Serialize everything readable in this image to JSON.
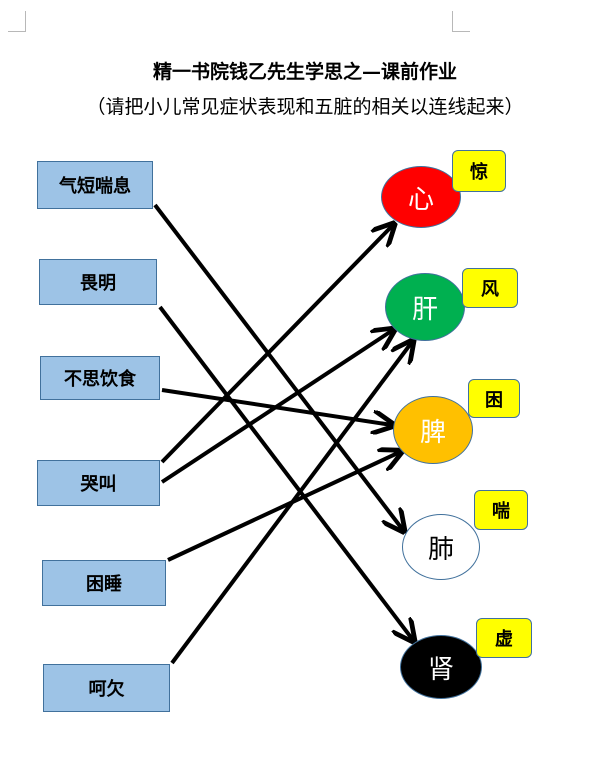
{
  "title": "精一书院钱乙先生学思之—课前作业",
  "subtitle": "（请把小儿常见症状表现和五脏的相关以连线起来）",
  "symptoms": [
    "气短喘息",
    "畏明",
    "不思饮食",
    "哭叫",
    "困睡",
    "呵欠"
  ],
  "organs": [
    {
      "label": "心",
      "tag": "惊",
      "color": "#ff0000",
      "text_color": "#ffffff"
    },
    {
      "label": "肝",
      "tag": "风",
      "color": "#00b050",
      "text_color": "#ffffff"
    },
    {
      "label": "脾",
      "tag": "困",
      "color": "#ffc000",
      "text_color": "#ffffff"
    },
    {
      "label": "肺",
      "tag": "喘",
      "color": "#ffffff",
      "text_color": "#000000"
    },
    {
      "label": "肾",
      "tag": "虚",
      "color": "#000000",
      "text_color": "#ffffff"
    }
  ],
  "connections": [
    {
      "from": "气短喘息",
      "to": "肺"
    },
    {
      "from": "畏明",
      "to": "肾"
    },
    {
      "from": "不思饮食",
      "to": "脾"
    },
    {
      "from": "哭叫",
      "to": "心"
    },
    {
      "from": "哭叫",
      "to": "肝"
    },
    {
      "from": "困睡",
      "to": "脾"
    },
    {
      "from": "呵欠",
      "to": "肝"
    }
  ]
}
